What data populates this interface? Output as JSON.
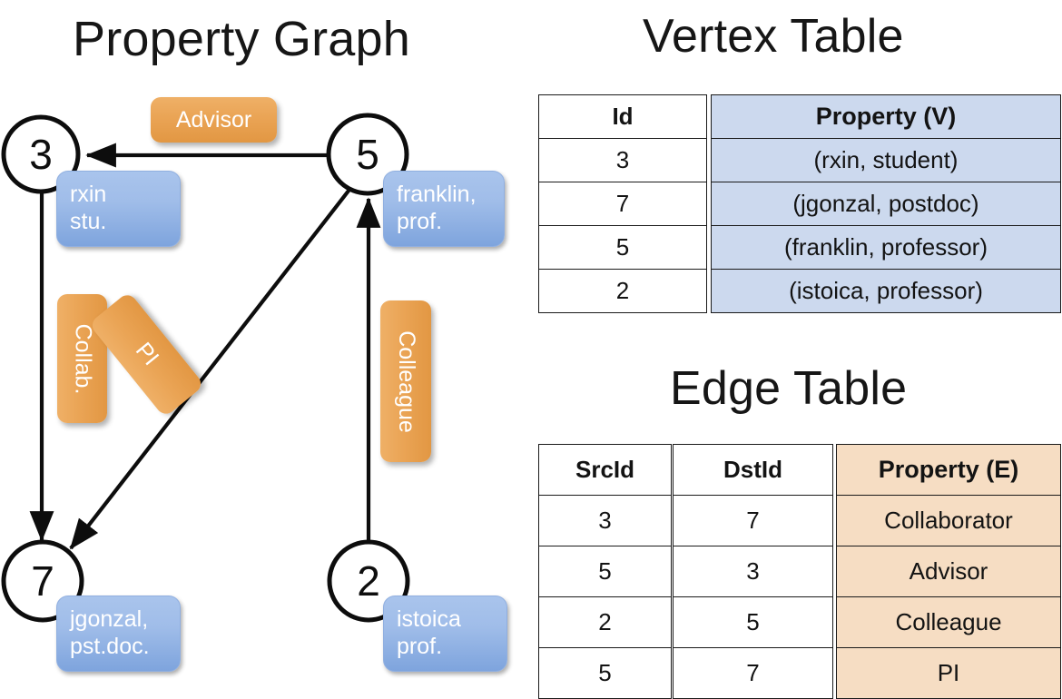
{
  "titles": {
    "property_graph": "Property Graph",
    "vertex_table": "Vertex Table",
    "edge_table": "Edge Table"
  },
  "graph": {
    "nodes": [
      {
        "id": "3",
        "property_line1": "rxin",
        "property_line2": "stu."
      },
      {
        "id": "5",
        "property_line1": "franklin,",
        "property_line2": "prof."
      },
      {
        "id": "7",
        "property_line1": "jgonzal,",
        "property_line2": "pst.doc."
      },
      {
        "id": "2",
        "property_line1": "istoica",
        "property_line2": "prof."
      }
    ],
    "edge_labels": {
      "advisor": "Advisor",
      "collab": "Collab.",
      "pi": "PI",
      "colleague": "Colleague"
    }
  },
  "vertex_table": {
    "headers": [
      "Id",
      "Property (V)"
    ],
    "rows": [
      [
        "3",
        "(rxin, student)"
      ],
      [
        "7",
        "(jgonzal, postdoc)"
      ],
      [
        "5",
        "(franklin, professor)"
      ],
      [
        "2",
        "(istoica, professor)"
      ]
    ]
  },
  "edge_table": {
    "headers": [
      "SrcId",
      "DstId",
      "Property (E)"
    ],
    "rows": [
      [
        "3",
        "7",
        "Collaborator"
      ],
      [
        "5",
        "3",
        "Advisor"
      ],
      [
        "2",
        "5",
        "Colleague"
      ],
      [
        "5",
        "7",
        "PI"
      ]
    ]
  },
  "colors": {
    "vertex_fill": "#ccd9ee",
    "edge_fill": "#f6ddc3",
    "node_box_blue": "#a0bde9",
    "edge_label_orange": "#eaa455",
    "stroke": "#1a1a1a"
  }
}
